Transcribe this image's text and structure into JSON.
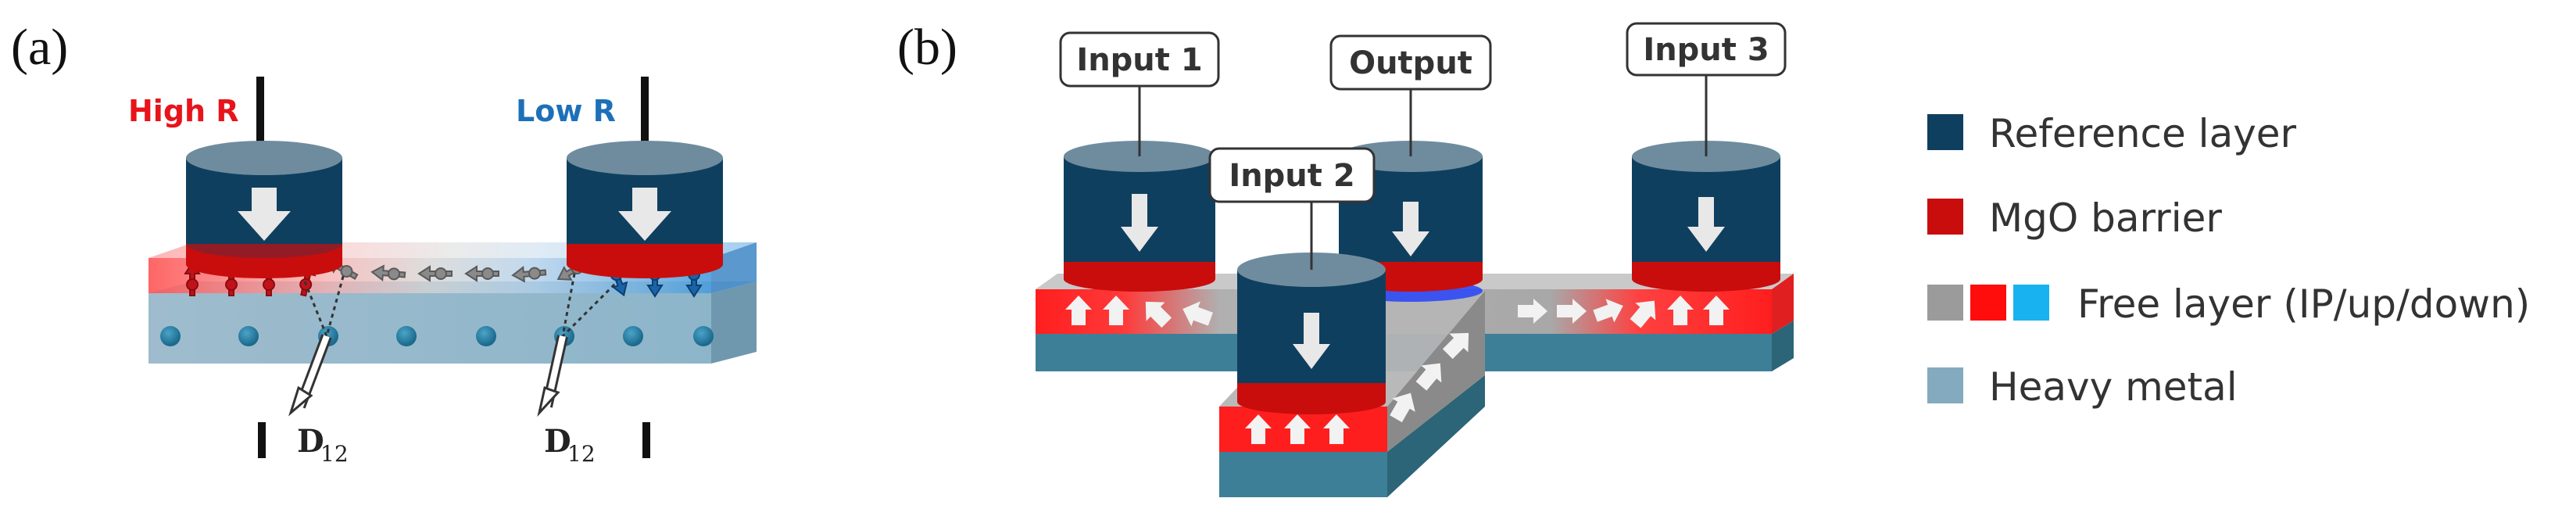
{
  "panel_a": {
    "label": "(a)",
    "high_r": "High R",
    "low_r": "Low R",
    "d_symbol": "D",
    "d_subscript": "12"
  },
  "panel_b": {
    "label": "(b)",
    "input1": "Input 1",
    "input2": "Input 2",
    "input3": "Input 3",
    "output": "Output"
  },
  "legend": {
    "reference": "Reference layer",
    "mgo": "MgO barrier",
    "free": "Free layer (IP/up/down)",
    "heavy": "Heavy metal"
  },
  "colors": {
    "reference": "#0f3f5f",
    "mgo": "#c90d0d",
    "free_ip": "#9b9b9b",
    "free_up": "#ff0d0d",
    "free_down": "#19b2f0",
    "heavy": "#84aabf"
  }
}
